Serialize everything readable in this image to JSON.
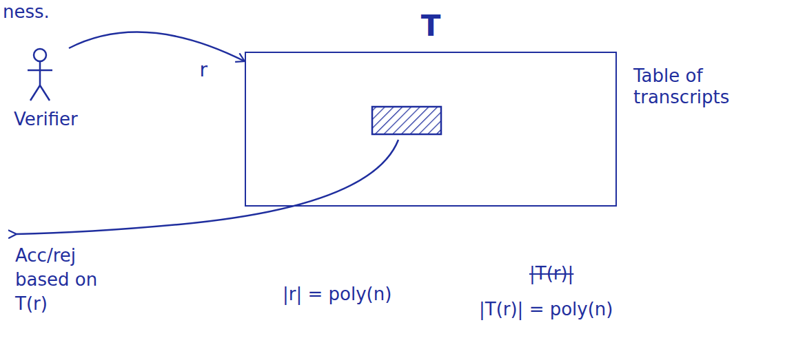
{
  "diagram": {
    "nodes": [
      {
        "text": [
          "Verifier"
        ]
      },
      {
        "text": [
          "T",
          "Table of transcripts"
        ]
      }
    ],
    "edges": [
      {
        "from": 0,
        "to": 1,
        "label": "r",
        "arrow": "to"
      }
    ],
    "labels": [
      "ness.",
      "Acc/rej based on T(r)",
      "|r| = poly(n)",
      "|T(r)|",
      "|T(r)| = poly(n)"
    ]
  }
}
